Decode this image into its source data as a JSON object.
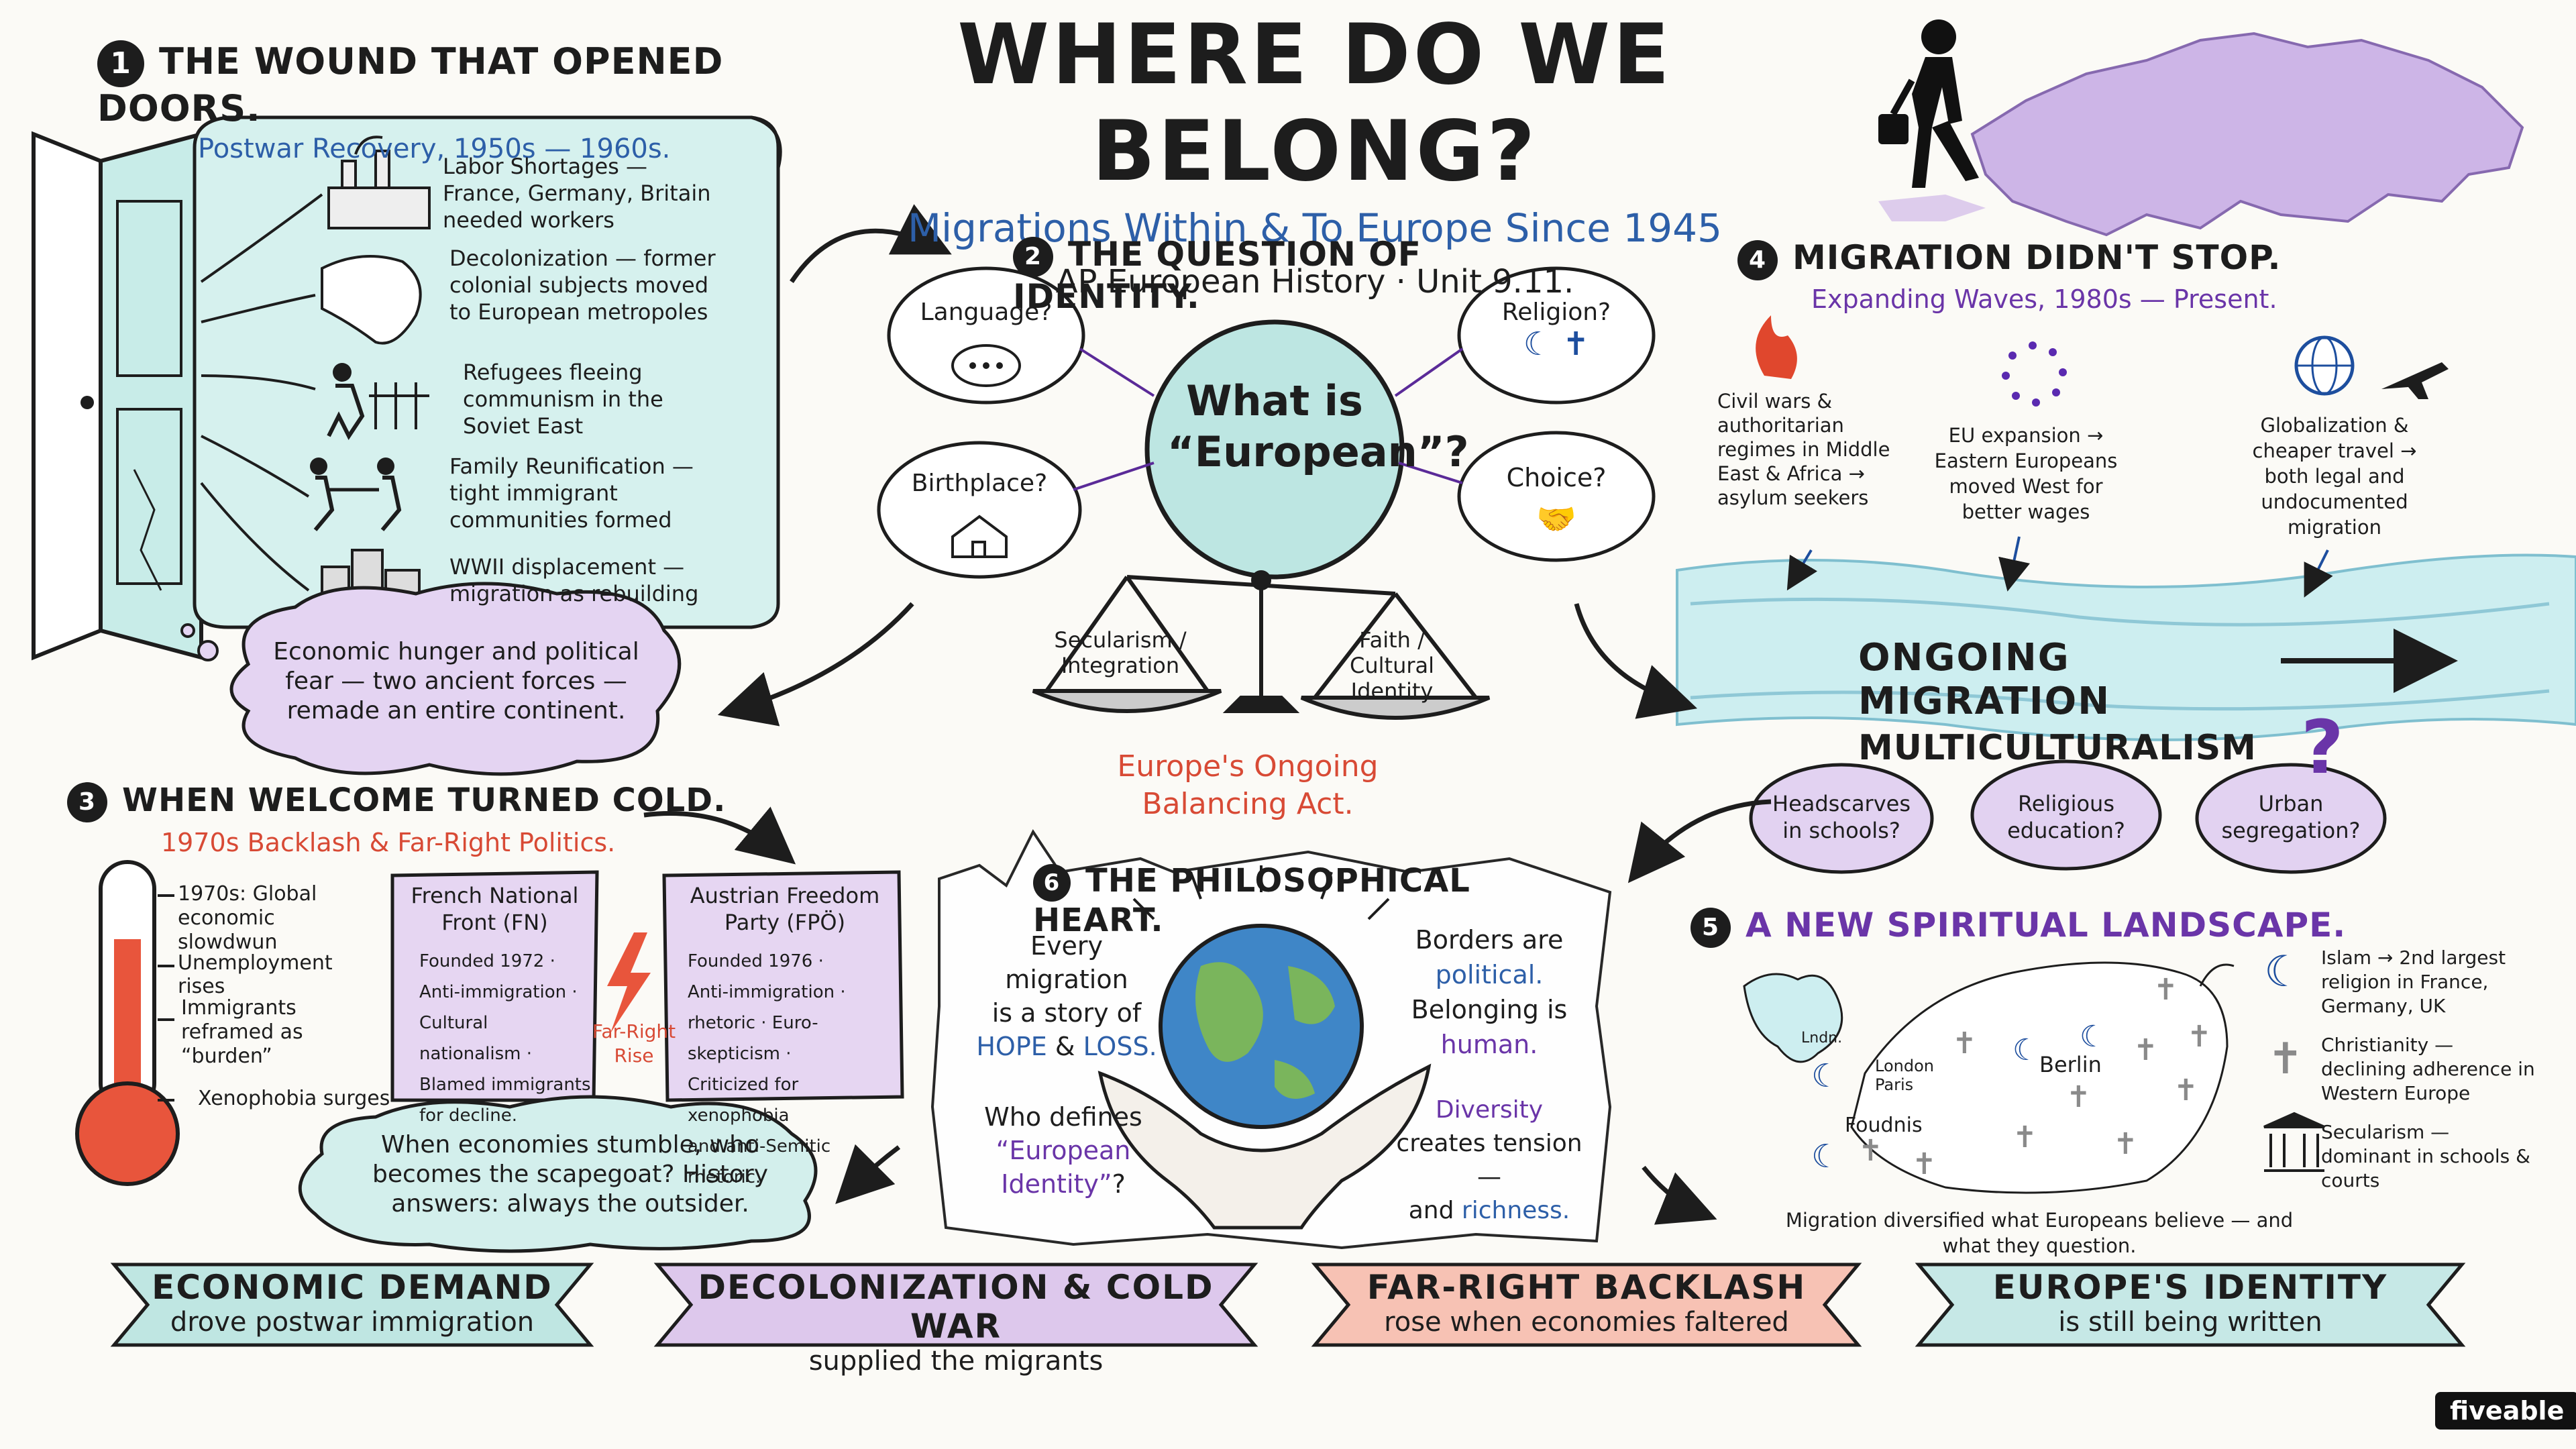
{
  "header": {
    "title": "WHERE DO WE BELONG?",
    "subtitle": "Migrations Within & To Europe Since 1945",
    "course": "AP European History · Unit 9.11."
  },
  "s1": {
    "num": "1",
    "title": "THE WOUND THAT OPENED DOORS.",
    "sub": "Postwar Recovery, 1950s — 1960s.",
    "items": [
      "Labor Shortages — France, Germany, Britain needed workers",
      "Decolonization — former colonial subjects moved to European metropoles",
      "Refugees fleeing communism in the Soviet East",
      "Family Reunification — tight immigrant communities formed",
      "WWII displacement — migration as rebuilding"
    ],
    "thought": "Economic hunger and political fear — two ancient forces — remade an entire continent."
  },
  "s2": {
    "num": "2",
    "title": "THE QUESTION OF IDENTITY.",
    "center": "What is “European”?",
    "language": "Language?",
    "religion": "Religion?",
    "birthplace": "Birthplace?",
    "choice": "Choice?",
    "scale_left": "Secularism / Integration",
    "scale_right": "Faith / Cultural Identity",
    "caption": "Europe's Ongoing Balancing Act."
  },
  "s3": {
    "num": "3",
    "title": "WHEN WELCOME TURNED COLD.",
    "sub": "1970s Backlash & Far-Right Politics.",
    "thermo": [
      "1970s: Global economic slowdwun",
      "Unemployment rises",
      "Immigrants reframed as “burden”",
      "Xenophobia surges"
    ],
    "fn_title": "French National Front (FN)",
    "fn_lines": [
      "Founded 1972 ·",
      "Anti-immigration ·",
      "Cultural nationalism ·",
      "Blamed immigrants",
      "for decline."
    ],
    "fpo_title": "Austrian Freedom Party (FPÖ)",
    "fpo_lines": [
      "Founded 1976 ·",
      "Anti-immigration ·",
      "rhetoric · Euro-skepticism ·",
      "Criticized for xenophobia",
      "and anti-Semitic rhetoric."
    ],
    "rise": "Far-Right Rise",
    "cloud": "When economies stumble, who becomes the scapegoat? History answers: always the outsider."
  },
  "s4": {
    "num": "4",
    "title": "MIGRATION DIDN'T STOP.",
    "sub": "Expanding Waves, 1980s — Present.",
    "c1": "Civil wars & authoritarian regimes in Middle East & Africa → asylum seekers",
    "c2": "EU expansion → Eastern Europeans moved West for better wages",
    "c3": "Globalization & cheaper travel → both legal and undocumented migration",
    "river": "ONGOING MIGRATION",
    "multi": "MULTICULTURALISM",
    "q": "?",
    "b1": "Headscarves in schools?",
    "b2": "Religious education?",
    "b3": "Urban segregation?"
  },
  "s5": {
    "num": "5",
    "title": "A NEW SPIRITUAL LANDSCAPE.",
    "map_labels": [
      "Lndn.",
      "London",
      "Paris",
      "Berlin",
      "Foudnis"
    ],
    "leg1": "Islam → 2nd largest religion in France, Germany, UK",
    "leg2": "Christianity — declining adherence in Western Europe",
    "leg3": "Secularism — dominant in schools & courts",
    "caption": "Migration diversified what Europeans believe — and what they question."
  },
  "s6": {
    "num": "6",
    "title": "THE PHILOSOPHICAL HEART.",
    "left1a": "Every migration",
    "left1b": "is a story of",
    "hope": "HOPE",
    "amp": "&",
    "loss": "LOSS.",
    "right1a": "Borders are",
    "political": "political.",
    "right1b": "Belonging is",
    "human": "human.",
    "left2a": "Who defines",
    "left2b": "“European",
    "left2c": "Identity”",
    "left2d": "?",
    "diversity": "Diversity",
    "right2a": "creates tension —",
    "right2b": "and",
    "richness": "richness."
  },
  "banners": [
    {
      "title": "ECONOMIC DEMAND",
      "sub": "drove postwar immigration",
      "color": "#bfe6e2"
    },
    {
      "title": "DECOLONIZATION & COLD WAR",
      "sub": "supplied the migrants",
      "color": "#ddc8ec"
    },
    {
      "title": "FAR-RIGHT BACKLASH",
      "sub": "rose when economies faltered",
      "color": "#f7c2b4"
    },
    {
      "title": "EUROPE'S IDENTITY",
      "sub": "is still being written",
      "color": "#c6e8e6"
    }
  ],
  "brand": "fiveable",
  "colors": {
    "teal": "#bfe6e2",
    "lavender": "#ddc8ec",
    "salmon": "#f7c2b4",
    "blue": "#2d5fa8",
    "purple": "#6a35a8",
    "red": "#d84a35"
  }
}
